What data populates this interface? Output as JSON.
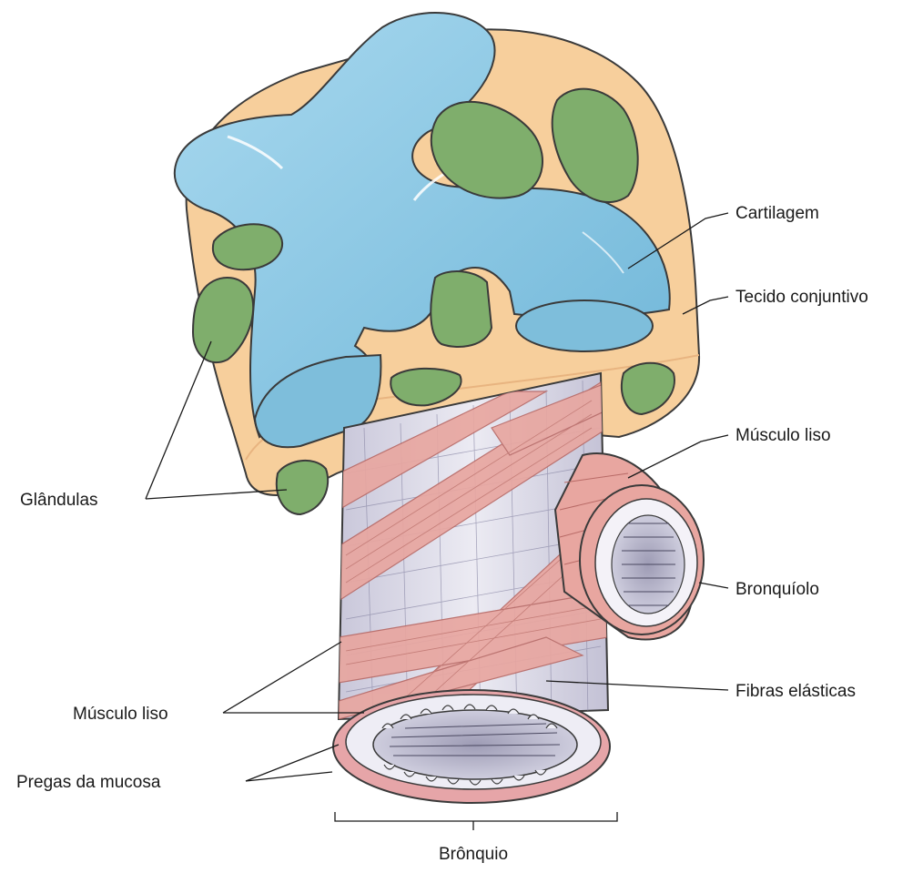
{
  "diagram": {
    "labels": {
      "cartilagem": "Cartilagem",
      "tecido_conjuntivo": "Tecido conjuntivo",
      "musculo_liso_right": "Músculo liso",
      "glandulas": "Glândulas",
      "bronquiolo": "Bronquíolo",
      "fibras_elasticas": "Fibras elásticas",
      "musculo_liso_left": "Músculo liso",
      "pregas_da_mucosa": "Pregas da mucosa",
      "bronquio": "Brônquio"
    },
    "colors": {
      "connective_tissue": "#f7cf9c",
      "cartilage": "#8fcbe6",
      "gland": "#7fae6c",
      "smooth_muscle": "#e8a6a0",
      "lumen": "#b7b6cc",
      "outline": "#3a3a3a"
    }
  }
}
